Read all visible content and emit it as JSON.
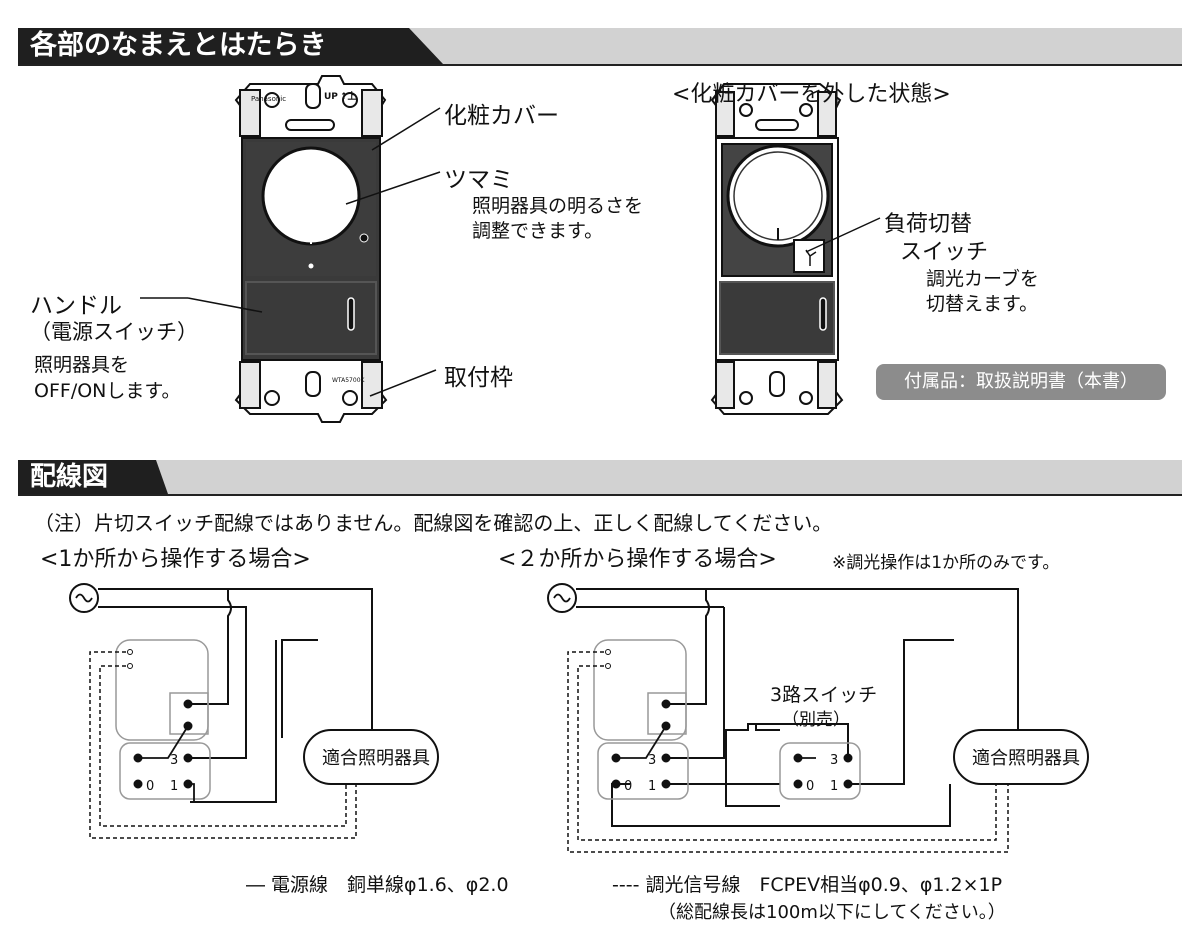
{
  "section1": {
    "title": "各部のなまえとはたらき",
    "cover_off_caption": "<化粧カバーを外した状態>",
    "labels": {
      "cosmetic_cover": "化粧カバー",
      "knob": "ツマミ",
      "knob_desc_1": "照明器具の明るさを",
      "knob_desc_2": "調整できます。",
      "handle": "ハンドル",
      "handle_sub": "（電源スイッチ）",
      "handle_desc_1": "照明器具を",
      "handle_desc_2": "OFF/ONします。",
      "frame": "取付枠",
      "load_switch_1": "負荷切替",
      "load_switch_2": "スイッチ",
      "load_desc_1": "調光カーブを",
      "load_desc_2": "切替えます。"
    },
    "accessory_badge": "付属品：取扱説明書（本書）",
    "device_print": {
      "brand": "Panasonic",
      "up": "UP",
      "arrow_up": "↑上",
      "model": "WTA5700K"
    }
  },
  "section2": {
    "title": "配線図",
    "note": "（注）片切スイッチ配線ではありません。配線図を確認の上、正しく配線してください。",
    "case1_title": "<1か所から操作する場合>",
    "case2_title": "<２か所から操作する場合>",
    "case2_note": "※調光操作は1か所のみです。",
    "fixture_label": "適合照明器具",
    "threeway_label_1": "3路スイッチ",
    "threeway_label_2": "（別売）",
    "terminal_3": "3",
    "terminal_0": "0",
    "terminal_1": "1"
  },
  "legend": {
    "power_line": "― 電源線　銅単線φ1.6、φ2.0",
    "signal_line": "---- 調光信号線　FCPEV相当φ0.9、φ1.2×1P",
    "signal_note": "（総配線長は100m以下にしてください。）"
  }
}
